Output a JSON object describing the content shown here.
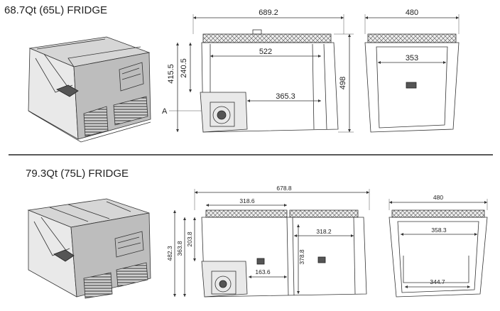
{
  "sections": [
    {
      "title": "68.7Qt (65L) FRIDGE",
      "dims": {
        "overall_length": "689.2",
        "depth": "480",
        "height_total": "498",
        "height_body": "415.5",
        "height_step": "240.5",
        "inner_length": "522",
        "inner_lower": "365.3",
        "inner_width": "353",
        "view_mark": "A"
      }
    },
    {
      "title": "79.3Qt (75L) FRIDGE",
      "dims": {
        "overall_length": "678.8",
        "depth": "480",
        "height_total": "482.3",
        "height_body": "363.8",
        "height_step": "203.8",
        "left_comp": "318.6",
        "right_comp": "318.2",
        "right_height": "378.8",
        "lower_width": "163.6",
        "inner_width": "358.3",
        "bottom_width": "344.7"
      }
    }
  ]
}
